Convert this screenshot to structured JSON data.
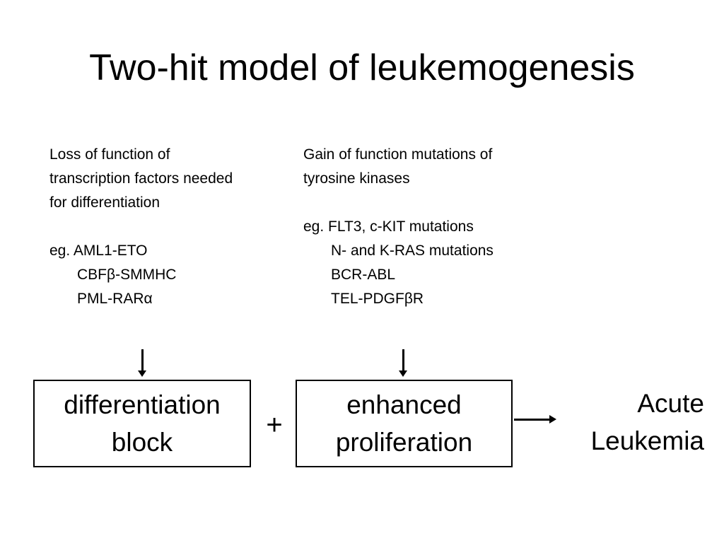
{
  "slide": {
    "title": "Two-hit model of leukemogenesis"
  },
  "left_column": {
    "description": [
      "Loss of function of",
      "transcription factors needed",
      "for differentiation"
    ],
    "examples_prefix": "eg. AML1-ETO",
    "examples": [
      "CBFβ-SMMHC",
      "PML-RARα"
    ]
  },
  "right_column": {
    "description": [
      "Gain of function mutations of",
      "tyrosine kinases"
    ],
    "examples_prefix": "eg. FLT3, c-KIT mutations",
    "examples": [
      "N- and K-RAS mutations",
      "BCR-ABL",
      "TEL-PDGFβR"
    ]
  },
  "boxes": {
    "differentiation": [
      "differentiation",
      "block"
    ],
    "proliferation": [
      "enhanced",
      "proliferation"
    ]
  },
  "operator": "+",
  "outcome": [
    "Acute",
    "Leukemia"
  ]
}
